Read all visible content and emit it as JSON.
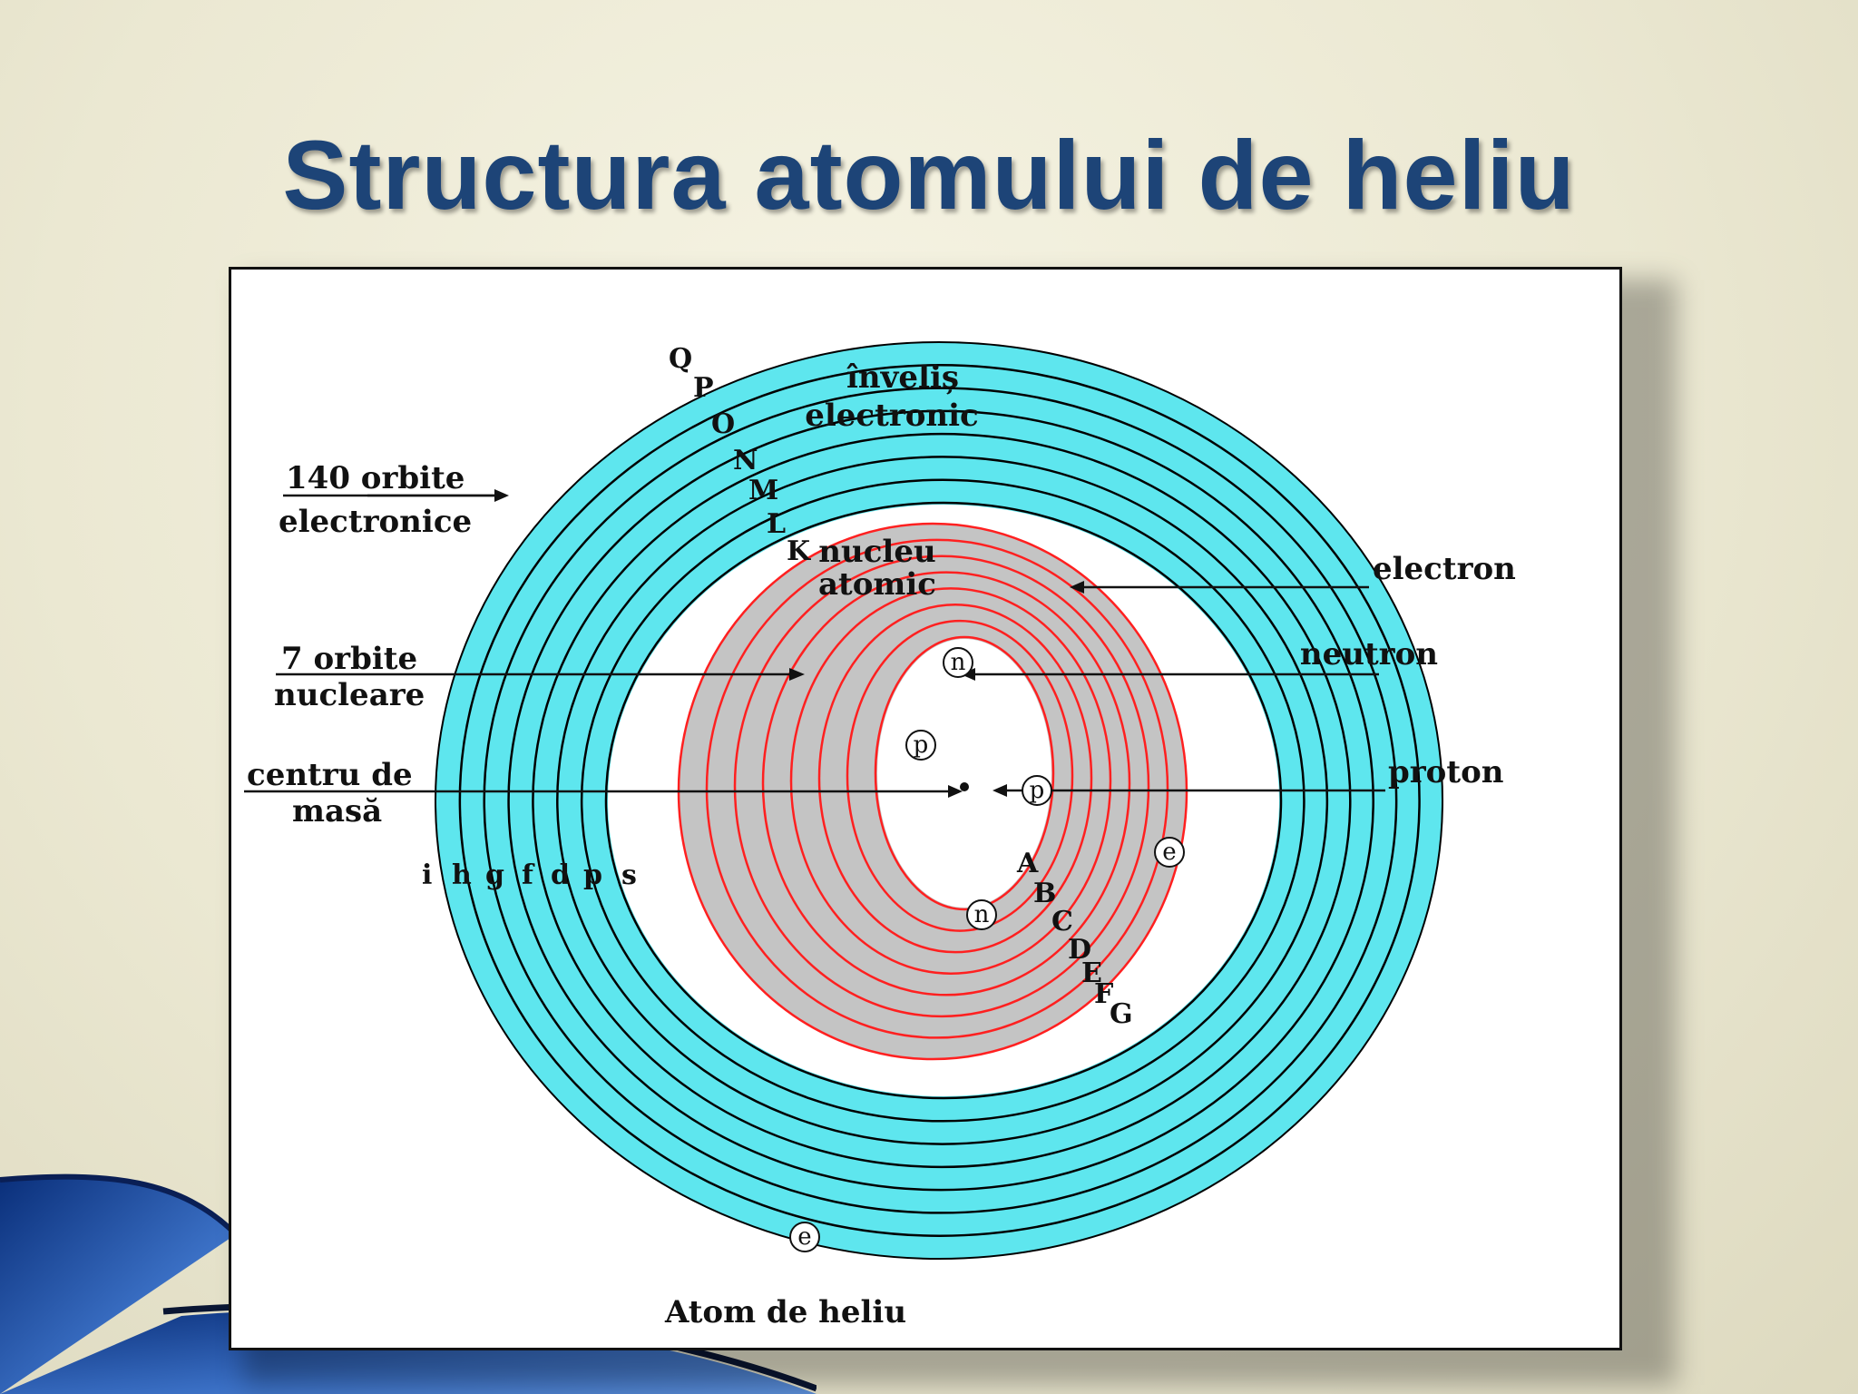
{
  "slide": {
    "title": "Structura atomului de heliu"
  },
  "diagram": {
    "caption": "Atom de heliu",
    "labels": {
      "electron_orbits_line1": "140 orbite",
      "electron_orbits_line2": "electronice",
      "envelope_line1": "înveliș",
      "envelope_line2": "electronic",
      "nucleus_line1": "nucleu",
      "nucleus_line2": "atomic",
      "nuclear_orbits_line1": "7 orbite",
      "nuclear_orbits_line2": "nucleare",
      "center_line1": "centru de",
      "center_line2": "masă",
      "electron": "electron",
      "neutron": "neutron",
      "proton": "proton"
    },
    "shell_letters": [
      "Q",
      "P",
      "O",
      "N",
      "M",
      "L",
      "K"
    ],
    "orbital_letters": [
      "i",
      "h",
      "g",
      "f",
      "d",
      "p",
      "s"
    ],
    "nuclear_letters": [
      "A",
      "B",
      "C",
      "D",
      "E",
      "F",
      "G"
    ],
    "particles": {
      "electron": "e",
      "neutron": "n",
      "proton": "p"
    },
    "colors": {
      "electron_cloud": "#5ee6ee",
      "nucleus": "#c4c4c4",
      "nuclear_orbit": "#ff2020",
      "electron_orbit": "#000000",
      "title": "#1d4477",
      "swoosh": "#1e4fa0"
    }
  }
}
